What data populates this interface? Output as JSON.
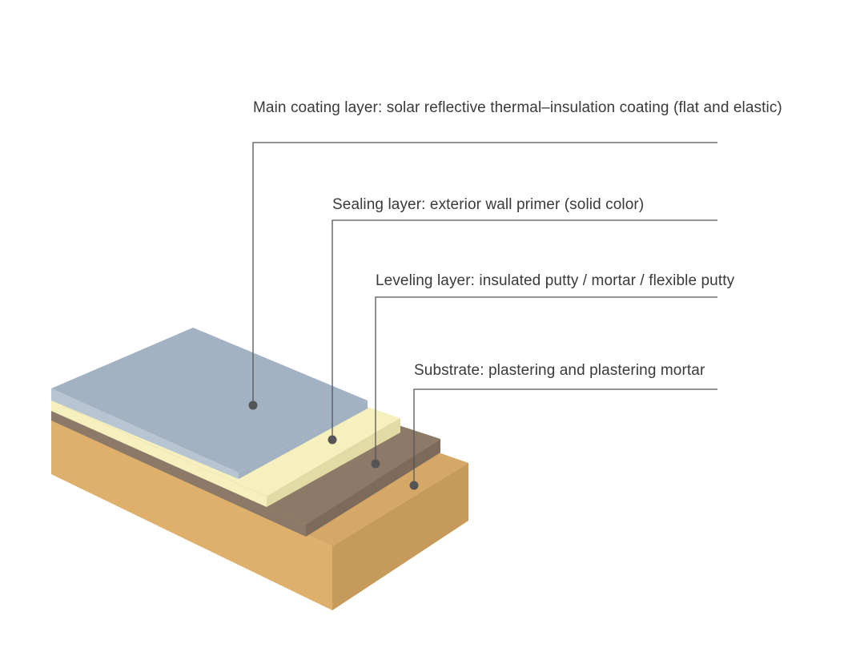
{
  "diagram": {
    "colors": {
      "text": "#3a3a3a",
      "leader": "#555555",
      "dot": "#555555",
      "main_coating_top": "#a3b2c2",
      "main_coating_side": "#b7c5d3",
      "sealing_top": "#f6f0be",
      "sealing_side": "#e2dba5",
      "leveling_top": "#8c7967",
      "leveling_side": "#7d6a5a",
      "substrate_top": "#d6a868",
      "substrate_front": "#deb06c",
      "substrate_side": "#c59a5b"
    },
    "layers": [
      {
        "id": "main",
        "label": "Main coating layer: solar reflective thermal–insulation coating (flat and elastic)"
      },
      {
        "id": "sealing",
        "label": "Sealing layer: exterior wall primer (solid color)"
      },
      {
        "id": "leveling",
        "label": "Leveling layer: insulated putty / mortar / flexible putty"
      },
      {
        "id": "substrate",
        "label": "Substrate: plastering and plastering mortar"
      }
    ]
  }
}
